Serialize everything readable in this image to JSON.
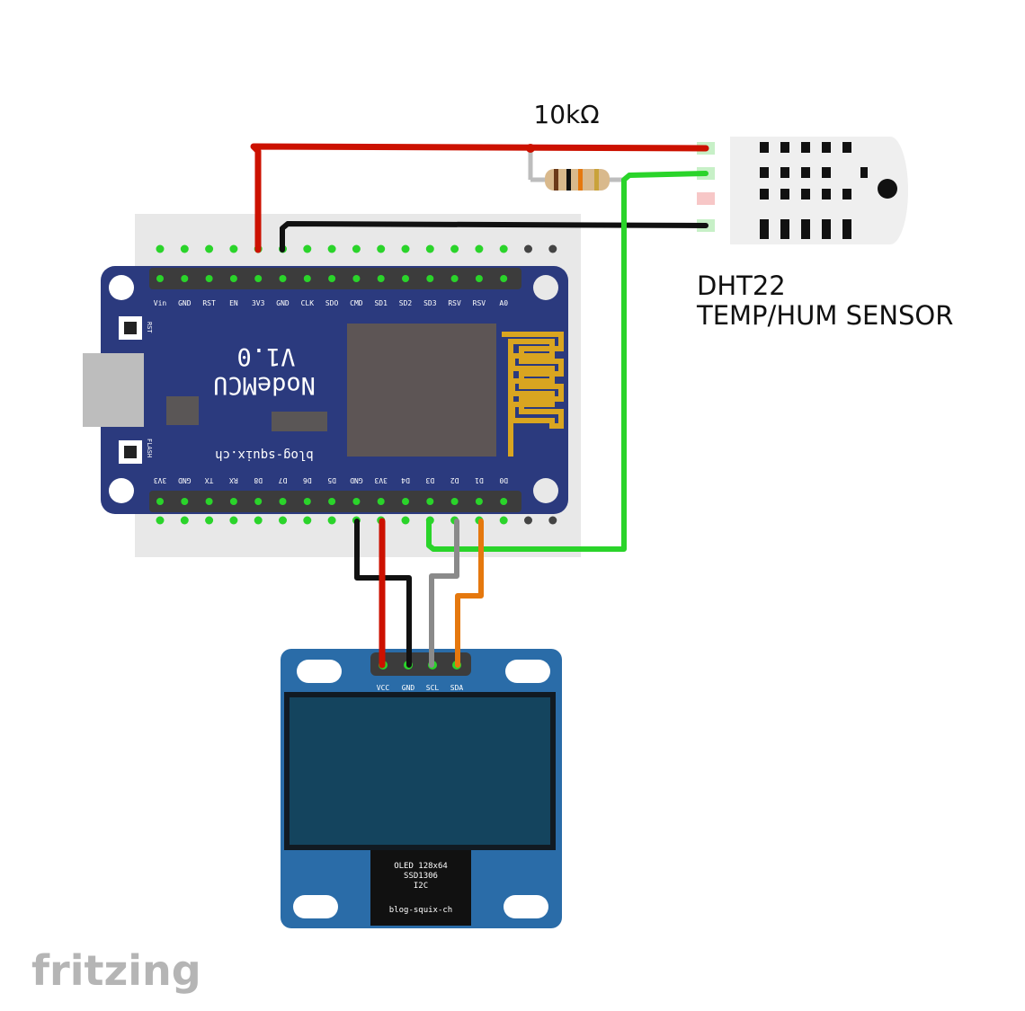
{
  "resistor": {
    "label": "10kΩ"
  },
  "sensor": {
    "line1": "DHT22",
    "line2": "TEMP/HUM SENSOR"
  },
  "nodemcu": {
    "title": "NodeMCU",
    "version": "V1.0",
    "credit": "blog-squix.ch",
    "rst_label": "RST",
    "flash_label": "FLASH",
    "top_pins": [
      "Vin",
      "GND",
      "RST",
      "EN",
      "3V3",
      "GND",
      "CLK",
      "SDO",
      "CMD",
      "SD1",
      "SD2",
      "SD3",
      "RSV",
      "RSV",
      "A0"
    ],
    "bottom_pins": [
      "3V3",
      "GND",
      "TX",
      "RX",
      "D8",
      "D7",
      "D6",
      "D5",
      "GND",
      "3V3",
      "D4",
      "D3",
      "D2",
      "D1",
      "D0"
    ]
  },
  "oled": {
    "pins": [
      "VCC",
      "GND",
      "SCL",
      "SDA"
    ],
    "chip_line1": "OLED 128x64",
    "chip_line2": "SSD1306",
    "chip_line3": "I2C",
    "chip_line4": "blog-squix-ch"
  },
  "watermark": "fritzing",
  "colors": {
    "board_blue": "#2b3a7e",
    "oled_blue": "#2a6ca8",
    "oled_screen": "#14445e",
    "wire_red": "#cc1100",
    "wire_black": "#111111",
    "wire_green": "#2ad42a",
    "wire_gray": "#8a8a8a",
    "wire_orange": "#e5780e",
    "chip_gray": "#5d5555",
    "antenna_gold": "#d9a520",
    "breadboard": "#e8e8e8"
  }
}
